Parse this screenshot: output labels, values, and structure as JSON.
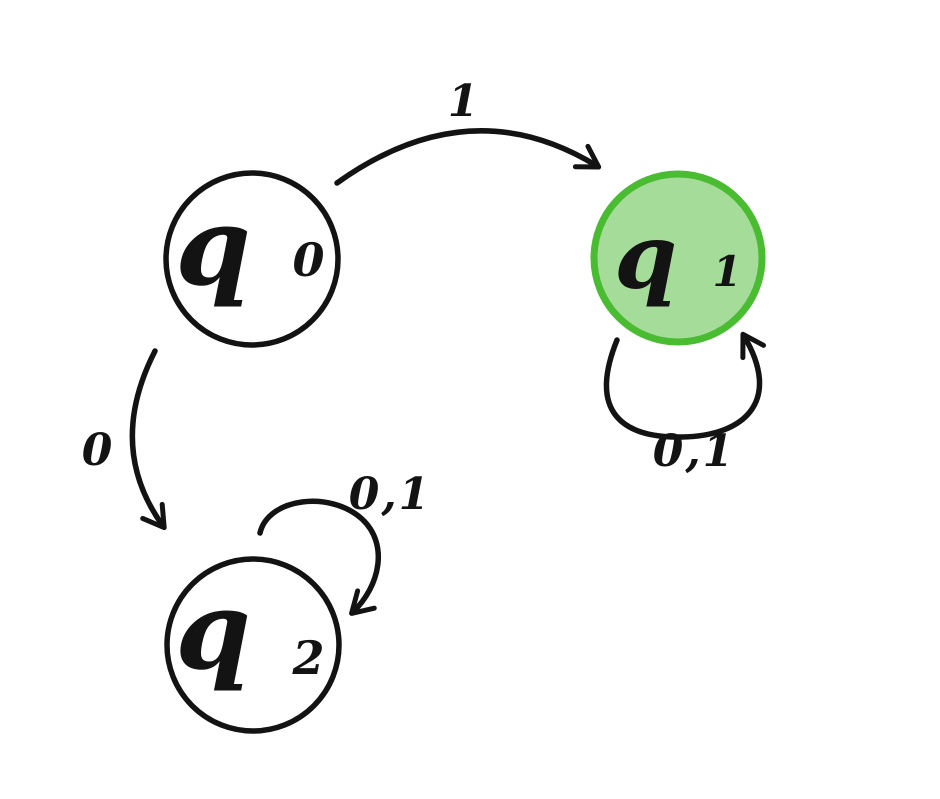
{
  "diagram": {
    "kind": "finite-state-automaton-sketch",
    "colors": {
      "background": "#ffffff",
      "ink": "#131313",
      "accepting_fill": "#a6dc9a",
      "accepting_stroke": "#4abc31"
    },
    "states": [
      {
        "name": "q0",
        "base": "q",
        "subscript": "0",
        "accepting": false
      },
      {
        "name": "q1",
        "base": "q",
        "subscript": "1",
        "accepting": true
      },
      {
        "name": "q2",
        "base": "q",
        "subscript": "2",
        "accepting": false
      }
    ],
    "transitions": [
      {
        "from": "q0",
        "to": "q1",
        "label": "1"
      },
      {
        "from": "q0",
        "to": "q2",
        "label": "0"
      },
      {
        "from": "q1",
        "to": "q1",
        "label": "0,1"
      },
      {
        "from": "q2",
        "to": "q2",
        "label": "0,1"
      }
    ]
  }
}
